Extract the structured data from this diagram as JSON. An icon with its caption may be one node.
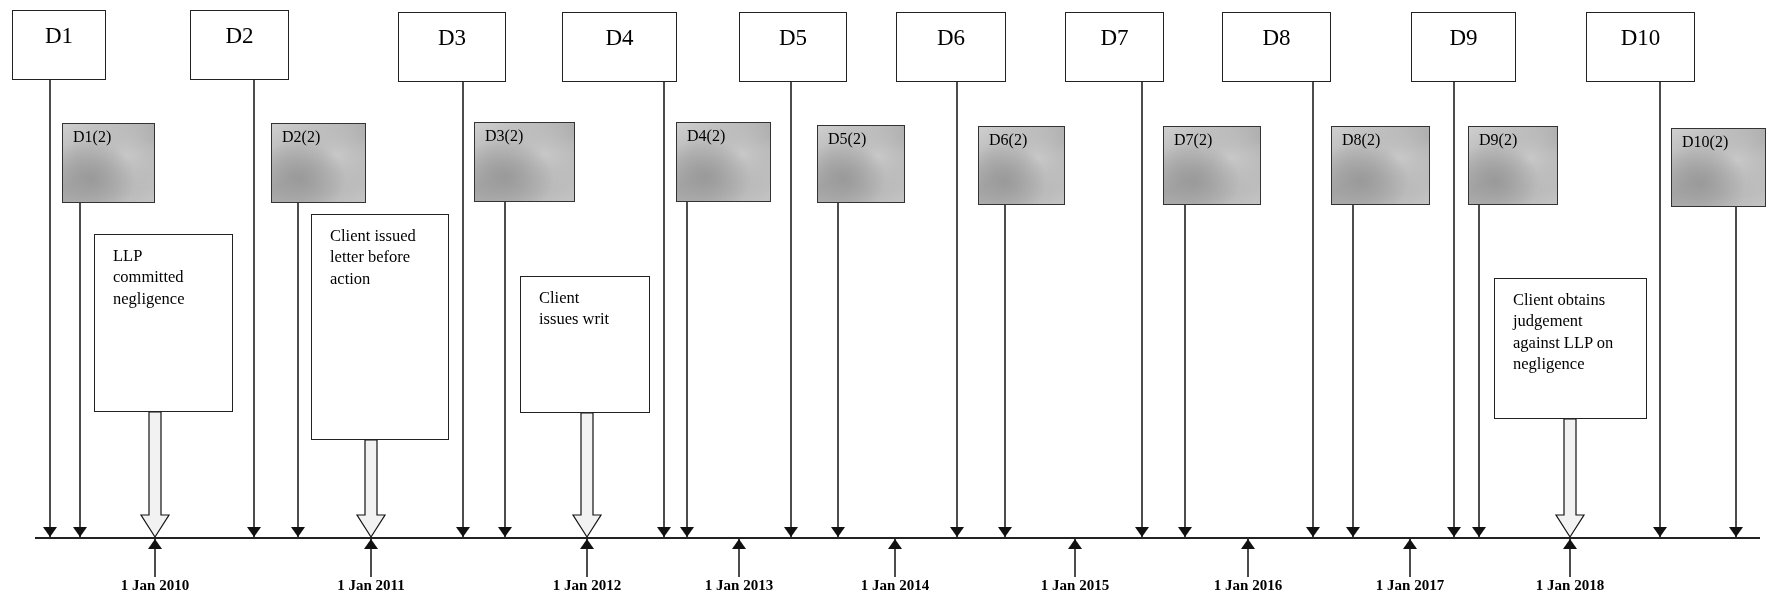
{
  "diagram": {
    "nodes": [
      {
        "text": [
          "D1"
        ]
      },
      {
        "text": [
          "D2"
        ]
      },
      {
        "text": [
          "D3"
        ]
      },
      {
        "text": [
          "D4"
        ]
      },
      {
        "text": [
          "D5"
        ]
      },
      {
        "text": [
          "D6"
        ]
      },
      {
        "text": [
          "D7"
        ]
      },
      {
        "text": [
          "D8"
        ]
      },
      {
        "text": [
          "D9"
        ]
      },
      {
        "text": [
          "D10"
        ]
      },
      {
        "text": [
          "D1(2)"
        ]
      },
      {
        "text": [
          "D2(2)"
        ]
      },
      {
        "text": [
          "D3(2)"
        ]
      },
      {
        "text": [
          "D4(2)"
        ]
      },
      {
        "text": [
          "D5(2)"
        ]
      },
      {
        "text": [
          "D6(2)"
        ]
      },
      {
        "text": [
          "D7(2)"
        ]
      },
      {
        "text": [
          "D8(2)"
        ]
      },
      {
        "text": [
          "D9(2)"
        ]
      },
      {
        "text": [
          "D10(2)"
        ]
      },
      {
        "text": [
          "LLP committed negligence"
        ]
      },
      {
        "text": [
          "Client issued letter before action"
        ]
      },
      {
        "text": [
          "Client issues writ"
        ]
      },
      {
        "text": [
          "Client obtains judgement against LLP on negligence"
        ]
      },
      {
        "text": [],
        "shape": "bar"
      },
      {
        "text": [
          "1 Jan 2010"
        ]
      },
      {
        "text": [
          "1 Jan 2011"
        ]
      },
      {
        "text": [
          "1 Jan 2012"
        ]
      },
      {
        "text": [
          "1 Jan 2013"
        ]
      },
      {
        "text": [
          "1 Jan 2014"
        ]
      },
      {
        "text": [
          "1 Jan 2015"
        ]
      },
      {
        "text": [
          "1 Jan 2016"
        ]
      },
      {
        "text": [
          "1 Jan 2017"
        ]
      },
      {
        "text": [
          "1 Jan 2018"
        ]
      }
    ],
    "edges": [
      {
        "from": 0,
        "to": 24,
        "arrow": "to"
      },
      {
        "from": 1,
        "to": 24,
        "arrow": "to"
      },
      {
        "from": 2,
        "to": 24,
        "arrow": "to"
      },
      {
        "from": 3,
        "to": 24,
        "arrow": "to"
      },
      {
        "from": 4,
        "to": 24,
        "arrow": "to"
      },
      {
        "from": 5,
        "to": 24,
        "arrow": "to"
      },
      {
        "from": 6,
        "to": 24,
        "arrow": "to"
      },
      {
        "from": 7,
        "to": 24,
        "arrow": "to"
      },
      {
        "from": 8,
        "to": 24,
        "arrow": "to"
      },
      {
        "from": 9,
        "to": 24,
        "arrow": "to"
      },
      {
        "from": 10,
        "to": 24,
        "arrow": "to"
      },
      {
        "from": 11,
        "to": 24,
        "arrow": "to"
      },
      {
        "from": 12,
        "to": 24,
        "arrow": "to"
      },
      {
        "from": 13,
        "to": 24,
        "arrow": "to"
      },
      {
        "from": 14,
        "to": 24,
        "arrow": "to"
      },
      {
        "from": 15,
        "to": 24,
        "arrow": "to"
      },
      {
        "from": 16,
        "to": 24,
        "arrow": "to"
      },
      {
        "from": 17,
        "to": 24,
        "arrow": "to"
      },
      {
        "from": 18,
        "to": 24,
        "arrow": "to"
      },
      {
        "from": 19,
        "to": 24,
        "arrow": "to"
      },
      {
        "from": 20,
        "to": 24,
        "arrow": "to",
        "style": "thick"
      },
      {
        "from": 21,
        "to": 24,
        "arrow": "to",
        "style": "thick"
      },
      {
        "from": 22,
        "to": 24,
        "arrow": "to",
        "style": "thick"
      },
      {
        "from": 23,
        "to": 24,
        "arrow": "to",
        "style": "thick"
      },
      {
        "from": 25,
        "to": 24,
        "arrow": "to"
      },
      {
        "from": 26,
        "to": 24,
        "arrow": "to"
      },
      {
        "from": 27,
        "to": 24,
        "arrow": "to"
      },
      {
        "from": 28,
        "to": 24,
        "arrow": "to"
      },
      {
        "from": 29,
        "to": 24,
        "arrow": "to"
      },
      {
        "from": 30,
        "to": 24,
        "arrow": "to"
      },
      {
        "from": 31,
        "to": 24,
        "arrow": "to"
      },
      {
        "from": 32,
        "to": 24,
        "arrow": "to"
      },
      {
        "from": 33,
        "to": 24,
        "arrow": "to"
      }
    ]
  }
}
